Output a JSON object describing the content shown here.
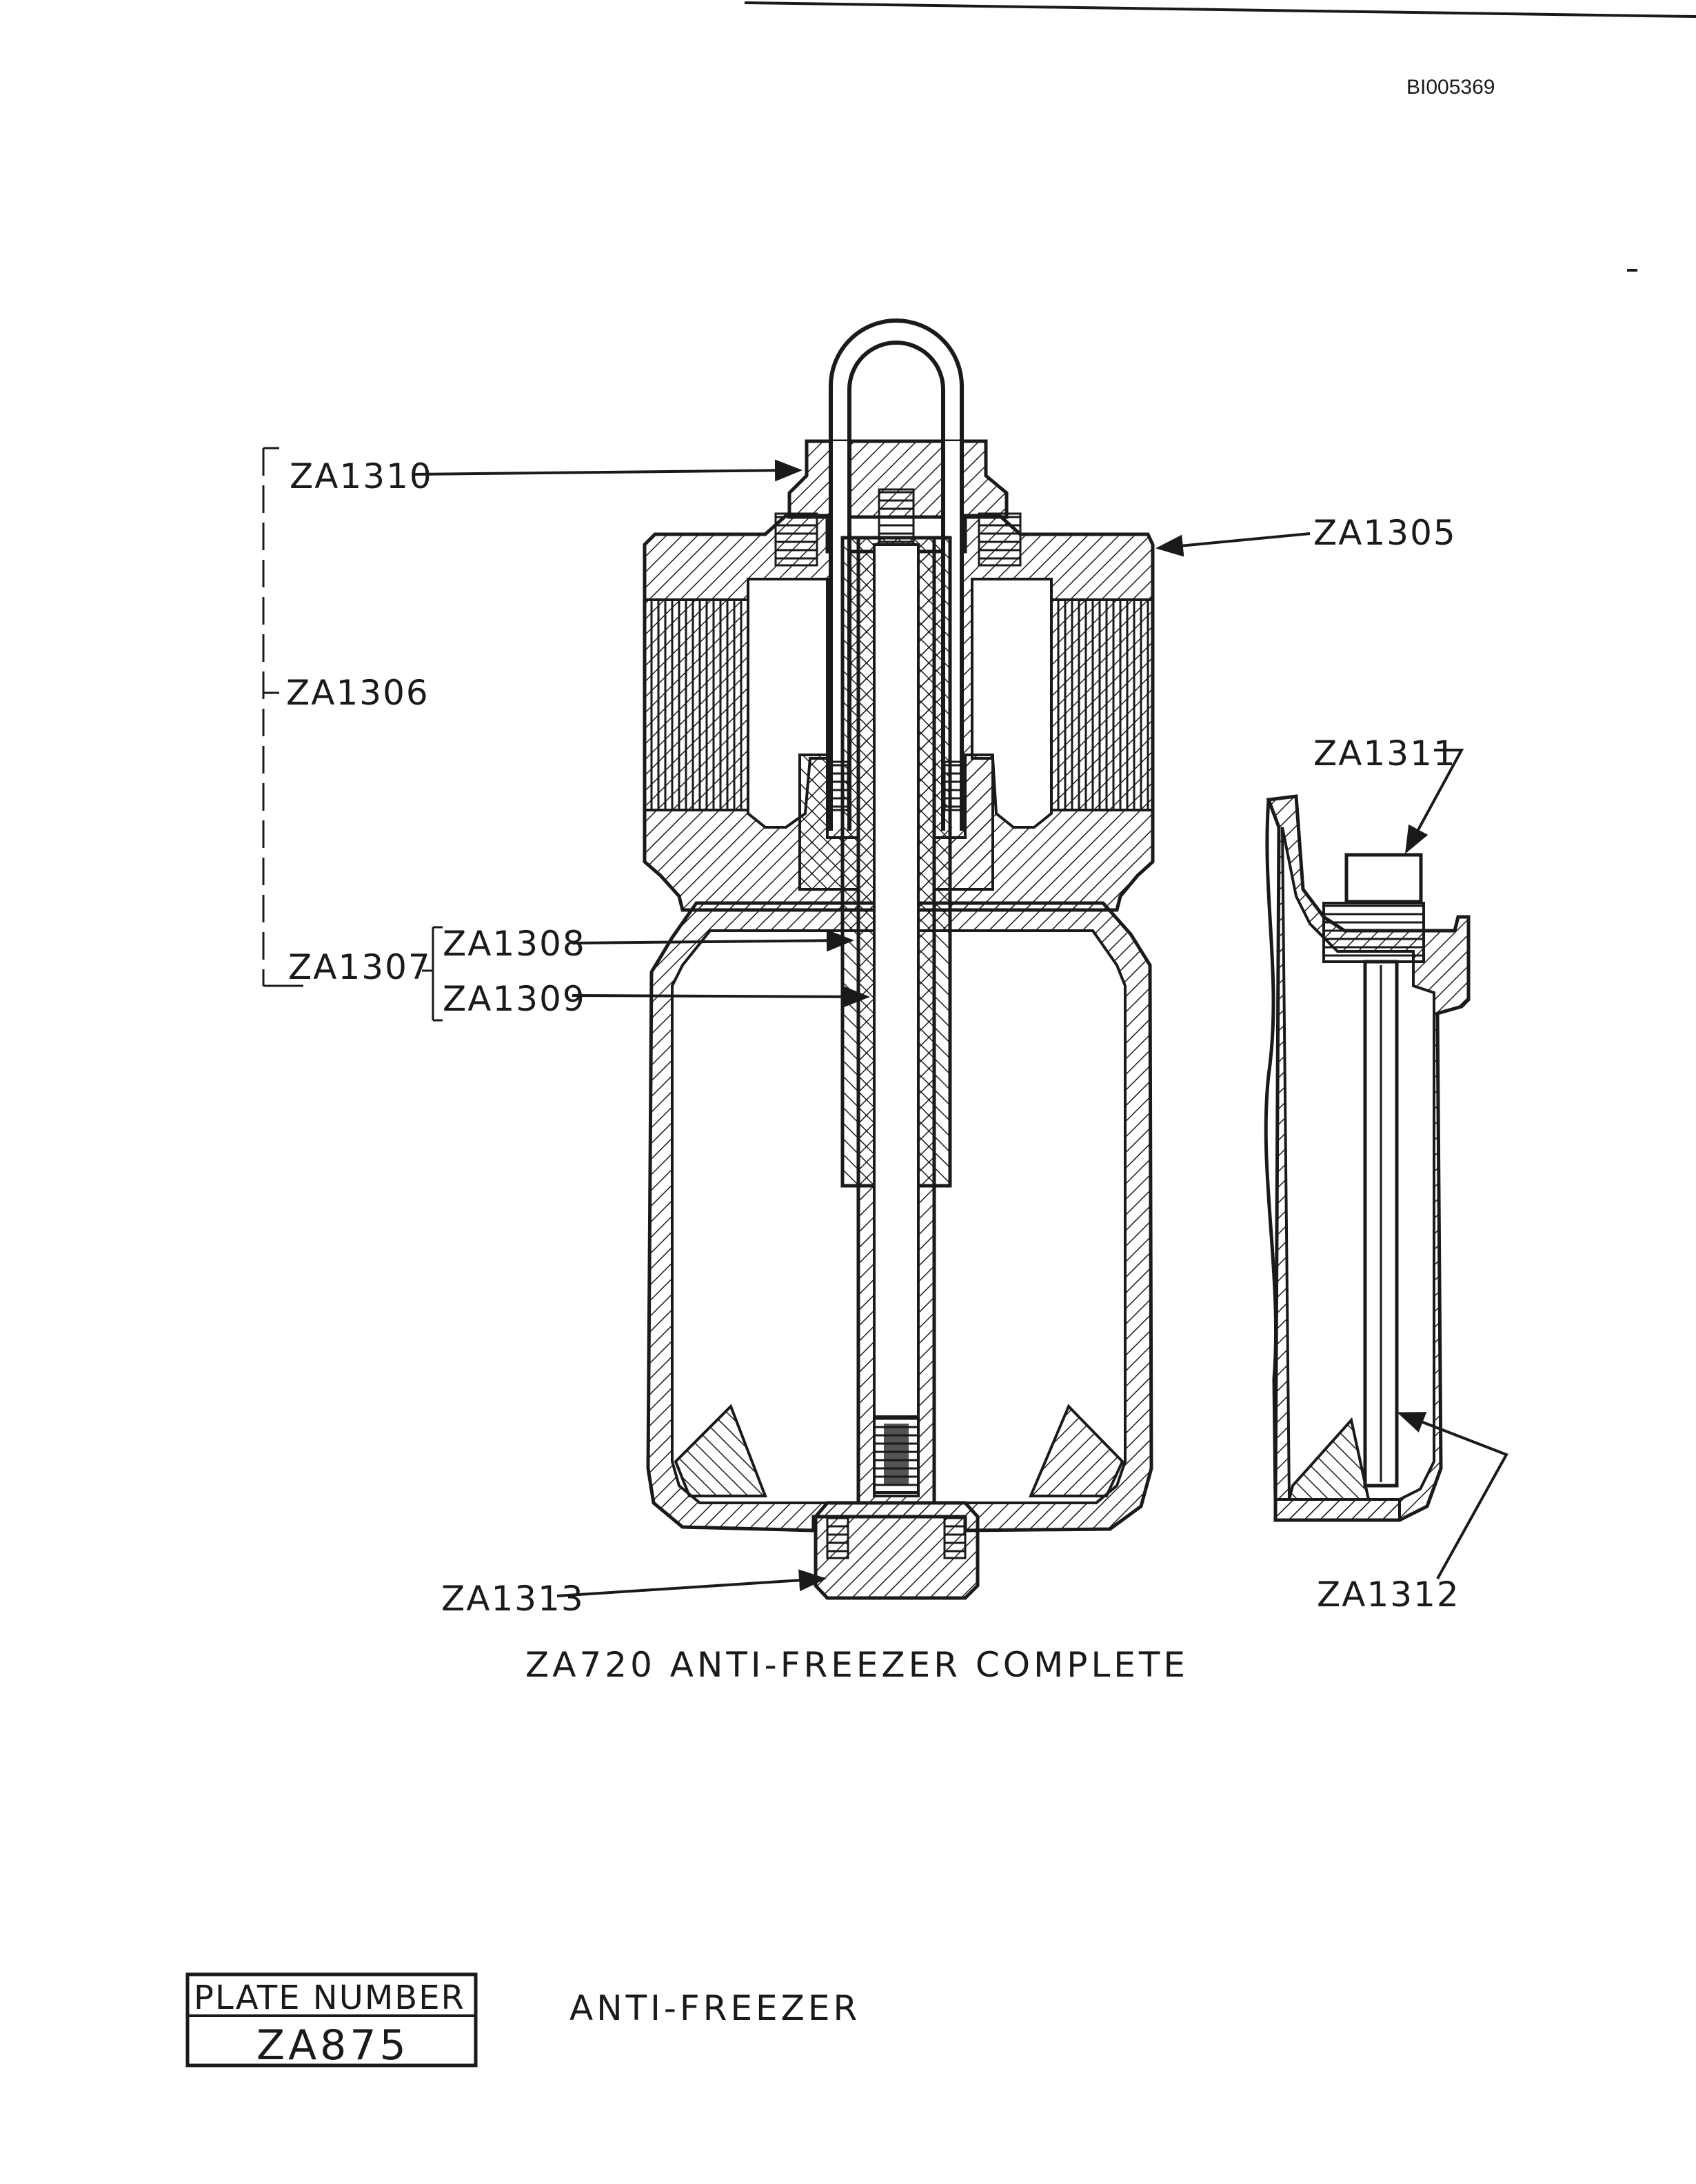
{
  "document_id": "BI005369",
  "drawing_title": "ZA720 ANTI-FREEZER COMPLETE",
  "parts": {
    "za1310": "ZA1310",
    "za1305": "ZA1305",
    "za1306": "ZA1306",
    "za1311": "ZA1311",
    "za1307": "ZA1307",
    "za1308": "ZA1308",
    "za1309": "ZA1309",
    "za1313": "ZA1313",
    "za1312": "ZA1312"
  },
  "plate": {
    "header": "PLATE NUMBER",
    "number": "ZA875"
  },
  "plate_caption": "ANTI-FREEZER"
}
